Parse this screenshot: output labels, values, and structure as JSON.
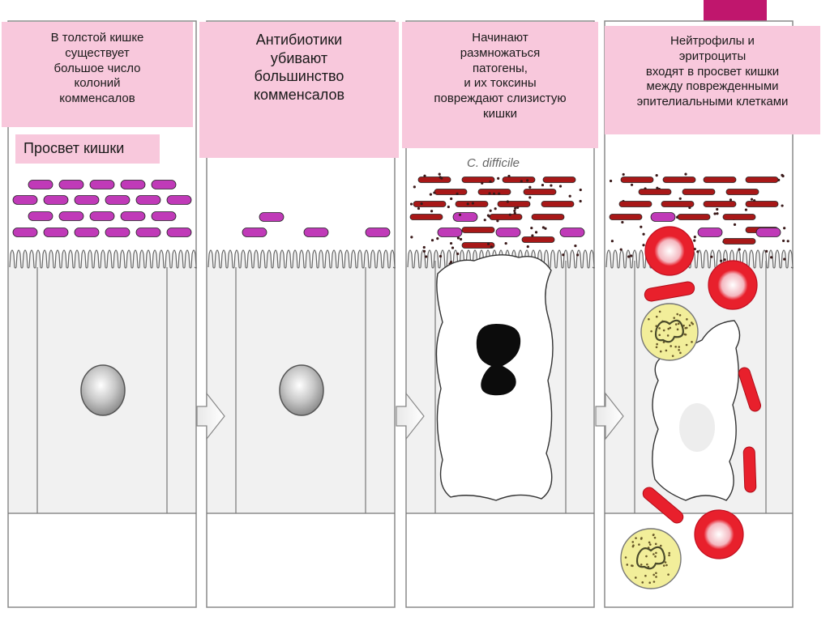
{
  "panels": [
    {
      "caption": "В толстой кишке\nсуществует\nбольшое число\nколоний\nкомменсалов"
    },
    {
      "caption": "Антибиотики\nубивают\nбольшинство\nкомменсалов"
    },
    {
      "caption": "Начинают\nразмножаться\nпатогены,\nи их токсины\nповреждают слизистую\nкишки"
    },
    {
      "caption": "Нейтрофилы и\nэритроциты\nвходят в просвет кишки\nмежду поврежденными\nэпителиальными клетками"
    }
  ],
  "lumen_label": "Просвет кишки",
  "pathogen_label": "C. difficile",
  "colors": {
    "caption_background": "#f8c8dc",
    "commensal": "#c03ab8",
    "pathogen": "#a81818",
    "red_blood_cell": "#e8202c",
    "neutrophil": "#f2ee9a",
    "accent": "#c0166d"
  },
  "icons": {
    "commensal": "purple-rod-bacterium-icon",
    "pathogen": "red-rod-bacterium-icon",
    "arrow": "right-arrow-icon",
    "nucleus": "cell-nucleus-icon",
    "erythrocyte": "red-blood-cell-icon",
    "neutrophil": "neutrophil-icon"
  }
}
